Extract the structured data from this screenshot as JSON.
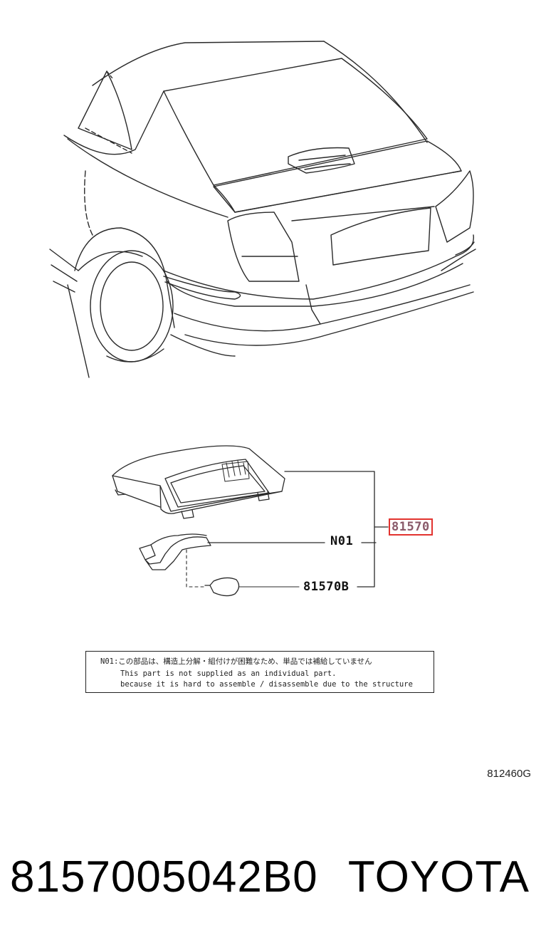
{
  "callouts": {
    "assembly": "81570",
    "n01": "N01",
    "bulb": "81570B"
  },
  "note": {
    "line1": "N01:この部品は、構造上分解・組付けが困難なため、単品では補給していません",
    "line2": "This part is not supplied as an individual part.",
    "line3": "because it is hard to assemble / disassemble due to the structure"
  },
  "ref_code": "812460G",
  "footer": {
    "part_number": "8157005042B0",
    "brand": "TOYOTA"
  },
  "colors": {
    "line": "#2a2a2a",
    "highlight_border": "#e2332f"
  }
}
